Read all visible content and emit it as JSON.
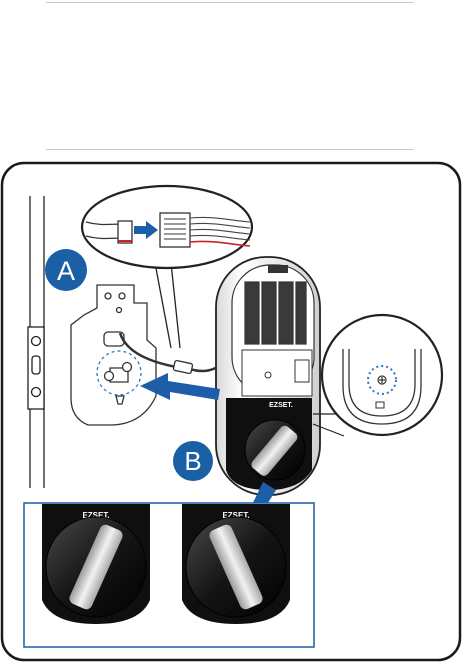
{
  "callouts": {
    "a_label": "A",
    "b_label": "B"
  },
  "brand": {
    "logo_text": "EZSET."
  },
  "colors": {
    "callout_blue": "#1b5fa6",
    "arrow_blue": "#1d5ea8",
    "dot_blue": "#2a78c8",
    "frame": "#1a1a1a",
    "wire_red": "#d0202a",
    "inset_blue": "#1f5aa8"
  },
  "icons": [
    "connector-arrow-icon",
    "plus-screw-icon",
    "insert-arrow-icon"
  ]
}
